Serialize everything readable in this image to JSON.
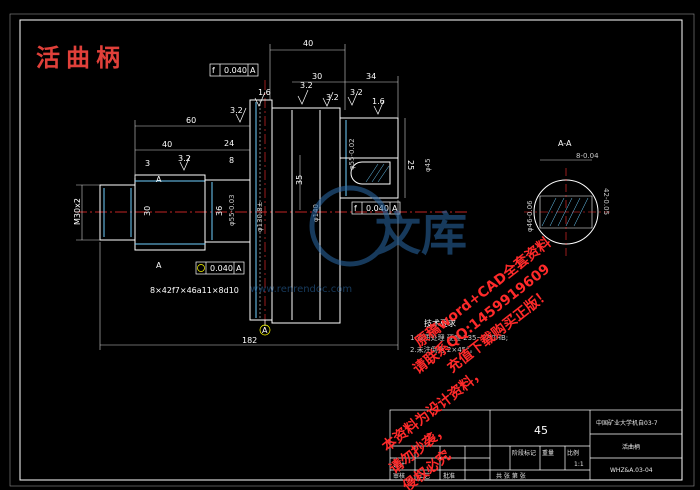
{
  "drawing_title": "活曲柄",
  "material": "45",
  "school": "中国矿业大学机自03-7",
  "part_name": "活曲柄",
  "drawing_no": "WHZ&A.03-04",
  "scale": "1:1",
  "watermark_site": "www.renrendoc.com",
  "watermark_logo_text": "文库",
  "watermark_lines": [
    "原稿word+CAD全套资料",
    "请联系QQ:1459919609",
    "充值下载购买正版！",
    "本资料为设计资料，",
    "请勿抄袭，",
    "侵权必究"
  ],
  "dims": {
    "d40_top": "40",
    "d30": "30",
    "d34": "34",
    "d60": "60",
    "d40_mid": "40",
    "d24": "24",
    "d3": "3",
    "d8": "8",
    "d182": "182",
    "d25": "25",
    "d35": "35",
    "d36": "36",
    "m30": "M30x2",
    "d30_left": "30",
    "phi130": "φ130.8±",
    "phi140": "φ140",
    "phi55a": "φ55-0.03",
    "phi55b": "φ55-0.02",
    "phi45": "φ45",
    "phi46": "φ46",
    "spline": "8×42f7×46a11×8d10",
    "tol1": "0.040",
    "tol2": "0.040",
    "tol3": "0.040",
    "ra1": "1.6",
    "ra2": "3.2",
    "ra3": "3.2",
    "ra4": "1.6",
    "ra5": "3.2",
    "ra6": "3.2",
    "ra7": "3.2",
    "datum": "A",
    "section_label": "A-A",
    "sec_dim1": "8-0.04",
    "sec_dim2": "42-0.05",
    "sec_dim3": "φ46-0.06"
  },
  "notes_title": "技术要求",
  "notes": [
    "1.调质处理 硬度 235~280HB;",
    "2.未注倒角 2×45°。"
  ],
  "title_block": {
    "design": "设计",
    "check": "审核",
    "process": "工艺",
    "approve": "批准",
    "stage": "阶段标记",
    "weight": "重量",
    "ratio": "比例",
    "sheet": "共 张  第 张"
  }
}
